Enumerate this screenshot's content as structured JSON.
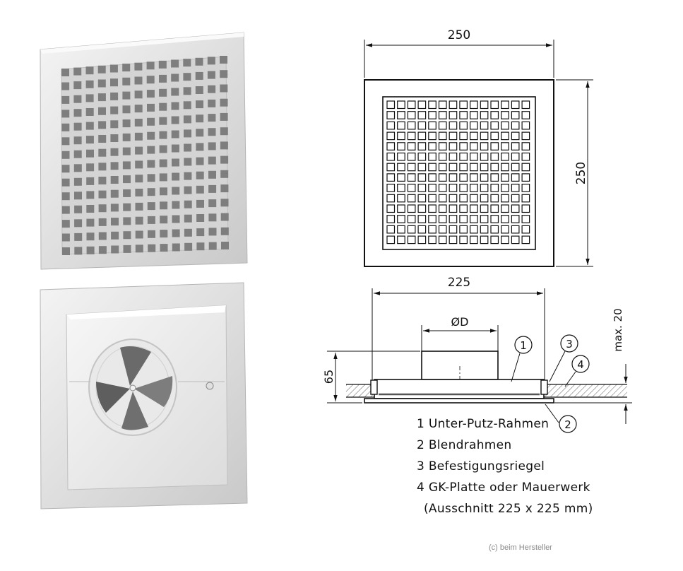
{
  "dimensions": {
    "width": "250",
    "height": "250",
    "inner": "225",
    "diameter": "ØD",
    "depth": "65",
    "max": "max. 20"
  },
  "callouts": [
    "1",
    "2",
    "3",
    "4"
  ],
  "legend": [
    "1  Unter-Putz-Rahmen",
    "2  Blendrahmen",
    "3  Befestigungsriegel",
    "4  GK-Platte oder Mauerwerk",
    "(Ausschnitt 225 x 225 mm)"
  ],
  "credit": "(c) beim Hersteller"
}
